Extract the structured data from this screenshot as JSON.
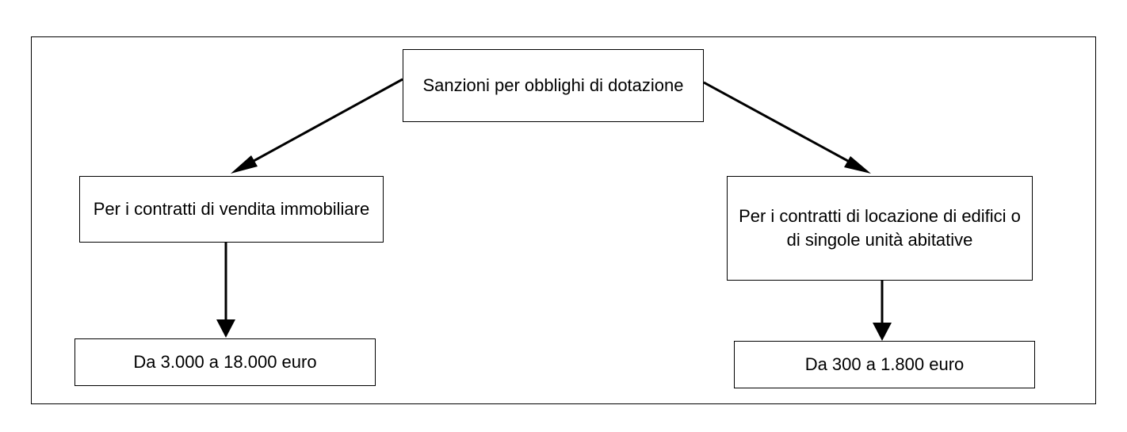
{
  "diagram": {
    "root": {
      "label": "Sanzioni per obblighi di dotazione"
    },
    "branches": [
      {
        "label": "Per i contratti di vendita immobiliare",
        "leaf": "Da 3.000 a 18.000 euro"
      },
      {
        "label": "Per i contratti di locazione di edifici o di singole unità abitative",
        "leaf": "Da 300 a 1.800 euro"
      }
    ]
  },
  "colors": {
    "line": "#000000",
    "box_border": "#000000",
    "background": "#ffffff"
  }
}
